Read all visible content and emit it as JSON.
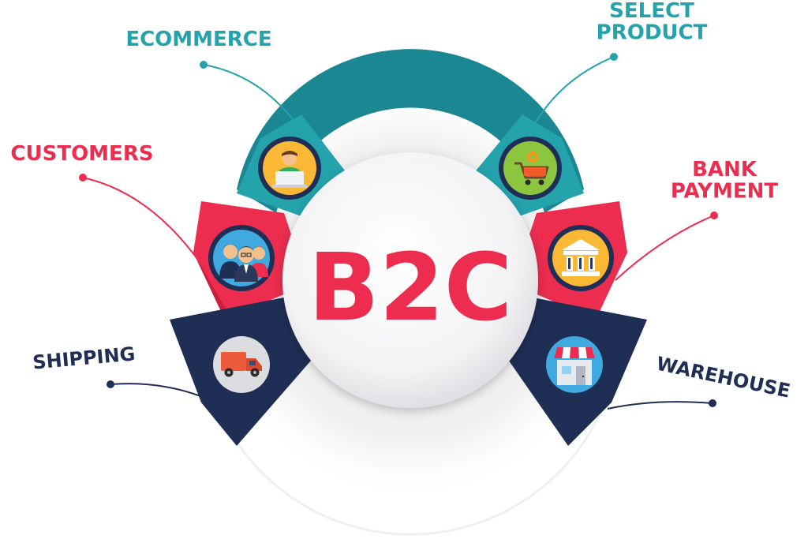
{
  "center": {
    "title": "B2C",
    "color": "#ec2d4f"
  },
  "colors": {
    "teal": "#24a3ad",
    "teal_dark": "#1b8792",
    "red": "#ec2d4f",
    "red_dark": "#c91f3d",
    "navy": "#1f2e55",
    "navy_dark": "#16213f",
    "hub_white": "#f4f4f6"
  },
  "nodes": [
    {
      "id": "ecommerce",
      "label_lines": [
        "ECOMMERCE"
      ],
      "color": "#24a3ad",
      "icon": "laptop-user-icon"
    },
    {
      "id": "select-product",
      "label_lines": [
        "SELECT",
        "PRODUCT"
      ],
      "color": "#24a3ad",
      "icon": "shopping-cart-icon"
    },
    {
      "id": "customers",
      "label_lines": [
        "CUSTOMERS"
      ],
      "color": "#ec2d4f",
      "icon": "people-group-icon"
    },
    {
      "id": "bank-payment",
      "label_lines": [
        "BANK",
        "PAYMENT"
      ],
      "color": "#ec2d4f",
      "icon": "bank-icon"
    },
    {
      "id": "shipping",
      "label_lines": [
        "SHIPPING"
      ],
      "color": "#1f2e55",
      "icon": "delivery-truck-icon"
    },
    {
      "id": "warehouse",
      "label_lines": [
        "WAREHOUSE"
      ],
      "color": "#1f2e55",
      "icon": "storefront-icon"
    }
  ]
}
